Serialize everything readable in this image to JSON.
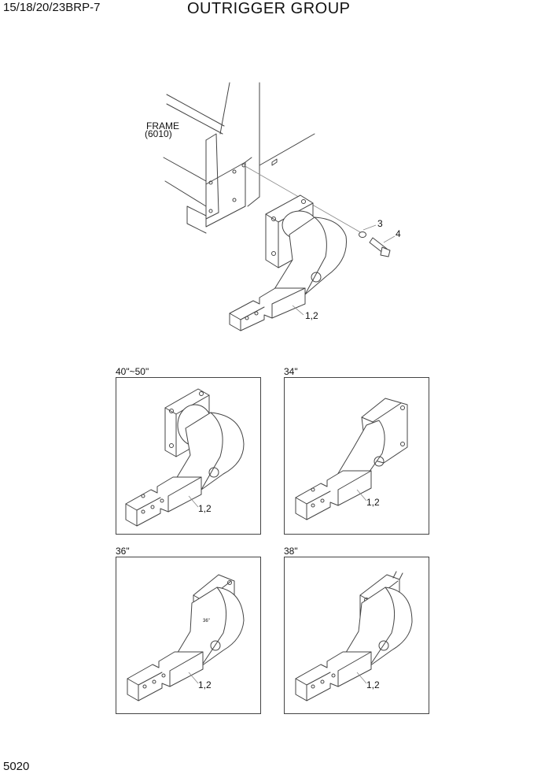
{
  "header": {
    "model": "15/18/20/23BRP-7",
    "title": "OUTRIGGER GROUP"
  },
  "main_diagram": {
    "frame_label": "FRAME",
    "frame_code": "(6010)",
    "callouts": [
      "3",
      "4",
      "1,2"
    ]
  },
  "variants": [
    {
      "label": "40\"~50\"",
      "callout": "1,2"
    },
    {
      "label": "34\"",
      "callout": "1,2"
    },
    {
      "label": "36\"",
      "callout": "1,2",
      "stamp": "36\""
    },
    {
      "label": "38\"",
      "callout": "1,2"
    }
  ],
  "footer": {
    "page_number": "5020"
  }
}
